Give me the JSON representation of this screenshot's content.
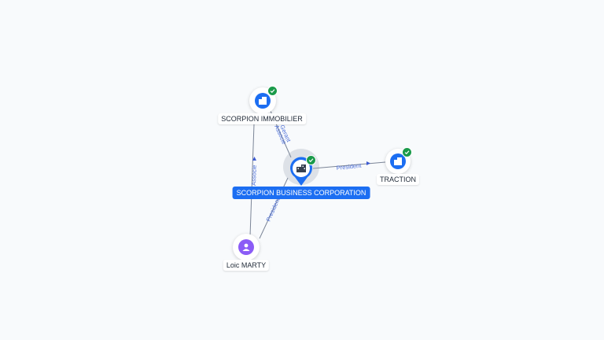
{
  "nodes": {
    "main": {
      "label": "SCORPION BUSINESS CORPORATION",
      "icon": "building-icon",
      "verified": true,
      "color": "#1c6ef2"
    },
    "immobilier": {
      "label": "SCORPION IMMOBILIER",
      "icon": "building-icon",
      "verified": true
    },
    "traction": {
      "label": "TRACTION",
      "icon": "building-icon",
      "verified": true
    },
    "marty": {
      "label": "Loic MARTY",
      "icon": "person-icon",
      "color": "#8b5cf6"
    }
  },
  "edges": {
    "main_traction": {
      "label": "President"
    },
    "main_immobilier_1": {
      "label": "Gerant"
    },
    "main_immobilier_2": {
      "label": "Associe"
    },
    "marty_immobilier": {
      "label": "Associe"
    },
    "marty_main": {
      "label": "President"
    }
  },
  "colors": {
    "accent": "#1c6ef2",
    "verified": "#1a9a4a",
    "person": "#8b5cf6",
    "edge_label": "#4c6fd9"
  }
}
